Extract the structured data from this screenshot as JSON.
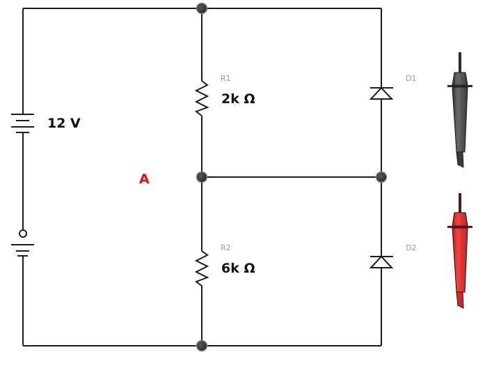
{
  "circuit": {
    "battery": {
      "label": "12 V"
    },
    "node_label": "A",
    "resistors": [
      {
        "ref": "R1",
        "value": "2k Ω"
      },
      {
        "ref": "R2",
        "value": "6k Ω"
      }
    ],
    "diodes": [
      {
        "ref": "D1",
        "direction": "up"
      },
      {
        "ref": "D2",
        "direction": "up"
      }
    ],
    "probes": [
      {
        "name": "black-probe",
        "color": "#4a4a4a"
      },
      {
        "name": "red-probe",
        "color": "#e03030"
      }
    ],
    "colors": {
      "wire": "#1a1a1a",
      "node": "#3a3a3a",
      "node_label": "#e01010",
      "ref_label": "#9a9a9a"
    }
  }
}
